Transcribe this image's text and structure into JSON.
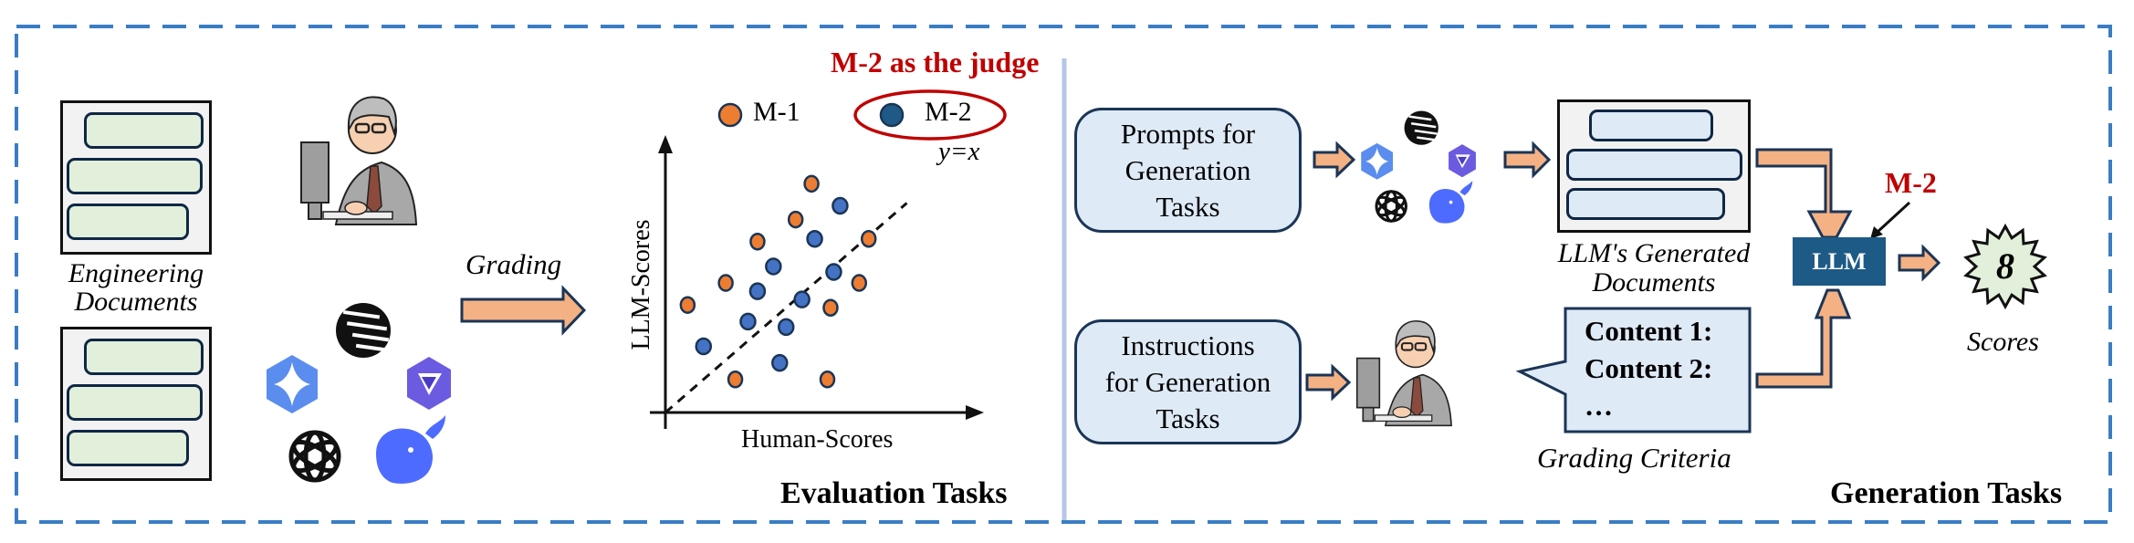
{
  "colors": {
    "border_dash": "#3a7dc4",
    "arrow_fill": "#f4b183",
    "arrow_stroke": "#1b3556",
    "judge_red": "#c00000",
    "m1_orange": "#ed7d31",
    "m2_blue_legend": "#1f5a86",
    "m2_blue_points": "#4472c4",
    "doc_bar_green": "#e2efda",
    "doc_bar_blue": "#deeaf6",
    "llm_box": "#1d5a86",
    "score_star": "#e2efda",
    "divider": "#b4c7e7"
  },
  "evaluation": {
    "section_title": "Evaluation Tasks",
    "documents_label_line1": "Engineering",
    "documents_label_line2": "Documents",
    "arrow_label": "Grading",
    "judge_annotation": "M-2 as the judge",
    "model_logos": [
      "gemini-icon",
      "cohere-stripe-icon",
      "qwen-icon",
      "openai-icon",
      "deepseek-whale-icon"
    ],
    "expert_icon": "human-expert-at-computer-icon"
  },
  "chart_data": {
    "type": "scatter",
    "title": "",
    "xlabel": "Human-Scores",
    "ylabel": "LLM-Scores",
    "xlim": [
      0,
      10
    ],
    "ylim": [
      0,
      10
    ],
    "grid": false,
    "ticks": false,
    "legend_position": "top",
    "reference_line": {
      "label": "y=x",
      "slope": 1,
      "intercept": 0,
      "style": "dashed"
    },
    "highlighted_series": "M-2",
    "series": [
      {
        "name": "M-1",
        "color": "#ed7d31",
        "points": [
          [
            4.6,
            8.3
          ],
          [
            4.1,
            7.0
          ],
          [
            2.9,
            6.2
          ],
          [
            6.4,
            6.3
          ],
          [
            1.9,
            4.7
          ],
          [
            6.1,
            4.7
          ],
          [
            0.7,
            3.9
          ],
          [
            5.2,
            3.8
          ],
          [
            2.2,
            1.2
          ],
          [
            5.1,
            1.2
          ]
        ]
      },
      {
        "name": "M-2",
        "color": "#4472c4",
        "points": [
          [
            5.5,
            7.5
          ],
          [
            4.7,
            6.3
          ],
          [
            3.4,
            5.3
          ],
          [
            5.3,
            5.1
          ],
          [
            2.9,
            4.4
          ],
          [
            4.3,
            4.1
          ],
          [
            2.6,
            3.3
          ],
          [
            3.8,
            3.1
          ],
          [
            1.2,
            2.4
          ],
          [
            3.6,
            1.8
          ]
        ]
      }
    ]
  },
  "generation": {
    "section_title": "Generation Tasks",
    "prompts_box": [
      "Prompts for",
      "Generation",
      "Tasks"
    ],
    "instructions_box": [
      "Instructions",
      "for Generation",
      "Tasks"
    ],
    "generated_docs_label_line1": "LLM's Generated",
    "generated_docs_label_line2": "Documents",
    "criteria_lines": [
      "Content 1:",
      "Content 2:",
      "…"
    ],
    "criteria_label": "Grading Criteria",
    "llm_label": "LLM",
    "judge_model": "M-2",
    "score_value": "8",
    "score_label": "Scores"
  }
}
